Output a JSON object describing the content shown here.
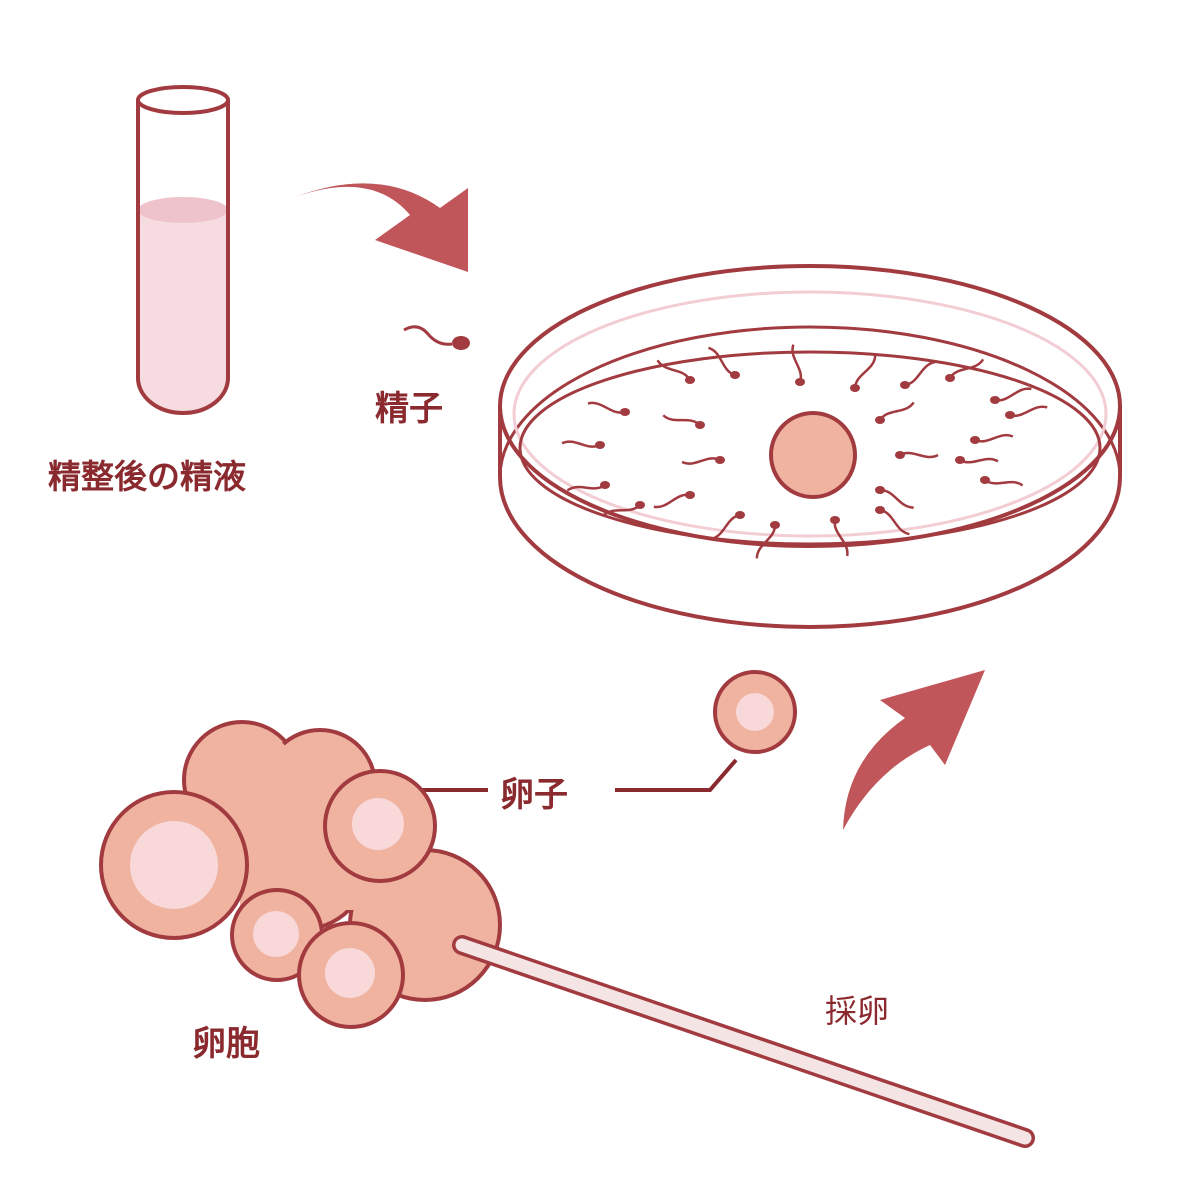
{
  "labels": {
    "semen": "精整後の精液",
    "sperm": "精子",
    "egg": "卵子",
    "follicle": "卵胞",
    "retrieval": "採卵"
  },
  "colors": {
    "outline": "#a23b40",
    "arrow": "#c0565a",
    "liquid": "#f6dbe1",
    "liquid_top": "#efc3cc",
    "cell_fill": "#efb3a0",
    "cell_inner": "#f8d8d8",
    "needle": "#f4e4e4",
    "text": "#8a2a2e"
  },
  "icons": {
    "test_tube": "test-tube-icon",
    "petri_dish": "petri-dish-icon",
    "sperm": "sperm-icon",
    "egg": "egg-cell-icon",
    "follicle": "follicle-cluster-icon",
    "needle": "retrieval-needle-icon",
    "arrow": "curved-arrow-icon"
  }
}
